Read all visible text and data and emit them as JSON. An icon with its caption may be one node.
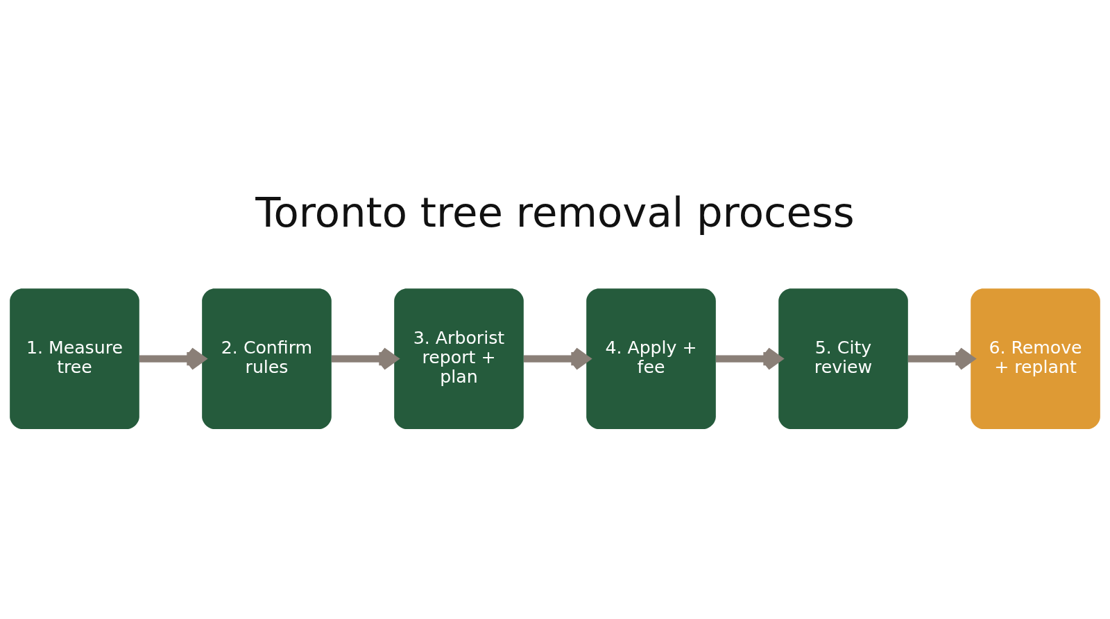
{
  "diagram": {
    "title": "Toronto tree removal process",
    "nodes": [
      {
        "text": [
          "1. Measure tree"
        ]
      },
      {
        "text": [
          "2. Confirm rules"
        ]
      },
      {
        "text": [
          "3. Arborist report + plan"
        ]
      },
      {
        "text": [
          "4. Apply + fee"
        ]
      },
      {
        "text": [
          "5. City review"
        ]
      },
      {
        "text": [
          "6. Remove + replant"
        ]
      }
    ],
    "edges": [
      {
        "from": 0,
        "to": 1,
        "arrow": "to"
      },
      {
        "from": 1,
        "to": 2,
        "arrow": "to"
      },
      {
        "from": 2,
        "to": 3,
        "arrow": "to"
      },
      {
        "from": 3,
        "to": 4,
        "arrow": "to"
      },
      {
        "from": 4,
        "to": 5,
        "arrow": "to"
      }
    ]
  }
}
